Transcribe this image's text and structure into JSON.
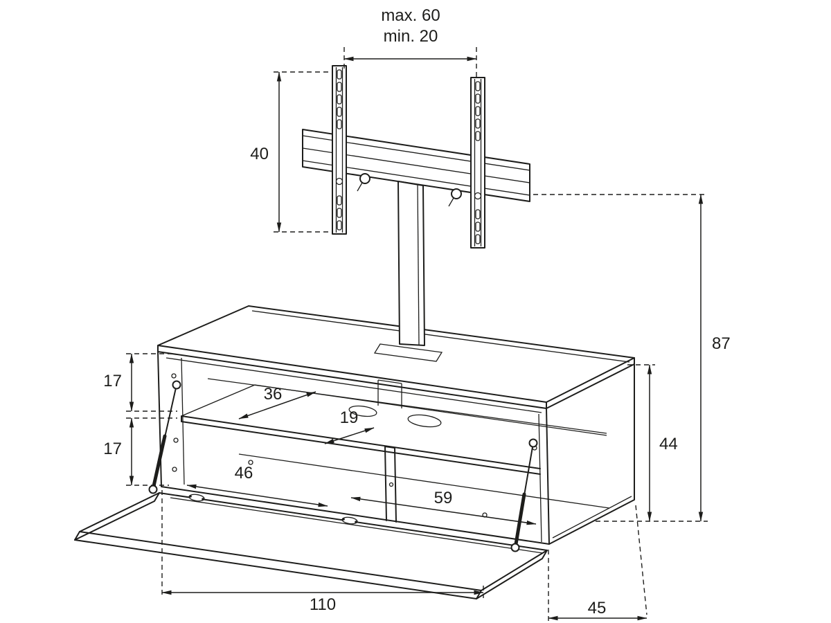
{
  "drawing": {
    "background": "#ffffff",
    "line_color": "#1d1d1b",
    "subject": "TV stand with bracket - dimension drawing",
    "dimensions": {
      "bracket_max_width": "max. 60",
      "bracket_min_width": "min. 20",
      "bracket_height": "40",
      "total_height": "87",
      "cabinet_height": "44",
      "upper_shelf_gap": "17",
      "lower_shelf_gap": "17",
      "upper_depth": "36",
      "center_depth": "19",
      "left_compartment_width": "46",
      "right_compartment_width": "59",
      "cabinet_width": "110",
      "cabinet_depth": "45"
    }
  }
}
